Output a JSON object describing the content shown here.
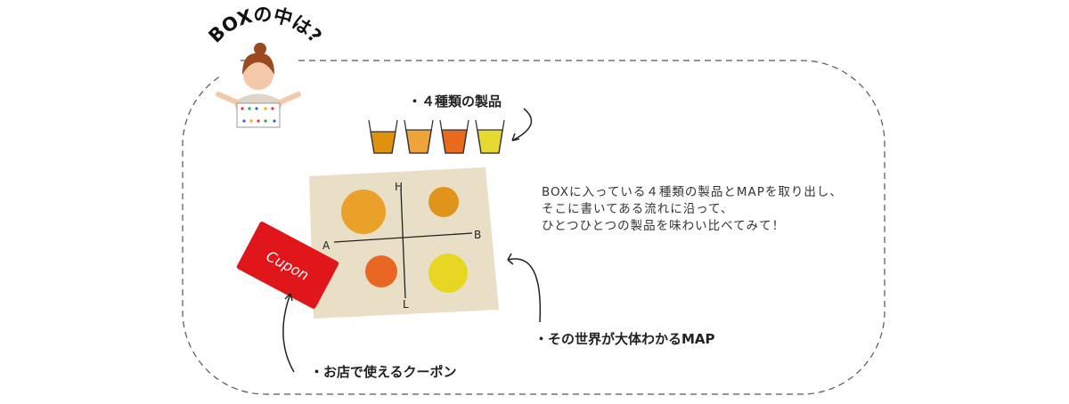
{
  "title": "BOXの中は?",
  "labels": {
    "products": "・４種類の製品",
    "map": "・その世界が大体わかるMAP",
    "coupon": "・お店で使えるクーポン"
  },
  "map_axes": {
    "top": "H",
    "bottom": "L",
    "left": "A",
    "right": "B"
  },
  "coupon_text": "Cupon",
  "note_lines": [
    "BOXに入っている４種類の製品とMAPを取り出し、",
    "そこに書いてある流れに沿って、",
    "ひとつひとつの製品を味わい比べてみて！"
  ],
  "colors": {
    "glass1": "#e0920f",
    "glass2": "#eea43a",
    "glass3": "#e86a1f",
    "glass4": "#e8d832",
    "map": "#e9dfc6",
    "coupon": "#e0161a"
  }
}
